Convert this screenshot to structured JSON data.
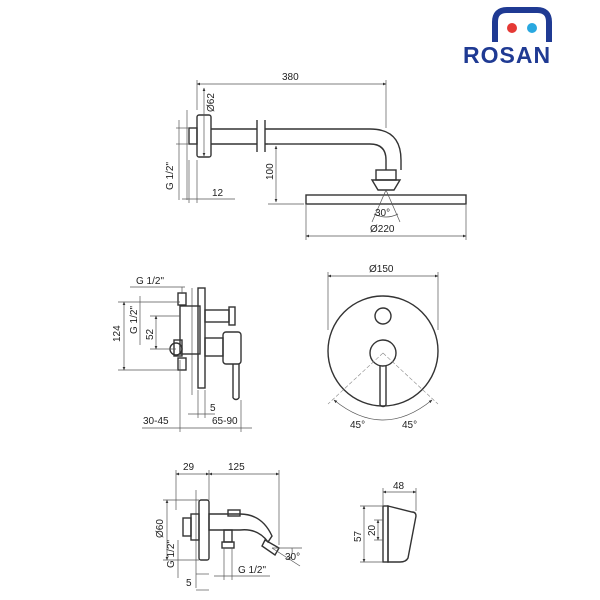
{
  "logo": {
    "name": "ROSAN",
    "colors": {
      "blue": "#1f3a93",
      "red": "#e53935",
      "lightblue": "#29a8e0"
    }
  },
  "shower_head": {
    "arm_length": "380",
    "flange_diameter": "Ø62",
    "thread": "G 1/2\"",
    "wall_offset": "12",
    "drop_height": "100",
    "tilt_angle": "30°",
    "head_diameter": "Ø220"
  },
  "mixer_side": {
    "inlet_thread_top": "G 1/2\"",
    "outlet_thread": "G 1/2\"",
    "total_height": "124",
    "inner_height": "52",
    "plate_gap": "5",
    "depth_in_wall": "30-45",
    "projection": "65-90"
  },
  "mixer_front": {
    "plate_diameter": "Ø150",
    "angle_left": "45°",
    "angle_right": "45°"
  },
  "spout": {
    "offset": "29",
    "length": "125",
    "flange_diameter": "Ø60",
    "thread_left": "G 1/2\"",
    "thread_bottom": "G 1/2\"",
    "gap": "5",
    "angle": "30°"
  },
  "holder": {
    "width": "48",
    "height": "57",
    "slot": "20"
  }
}
